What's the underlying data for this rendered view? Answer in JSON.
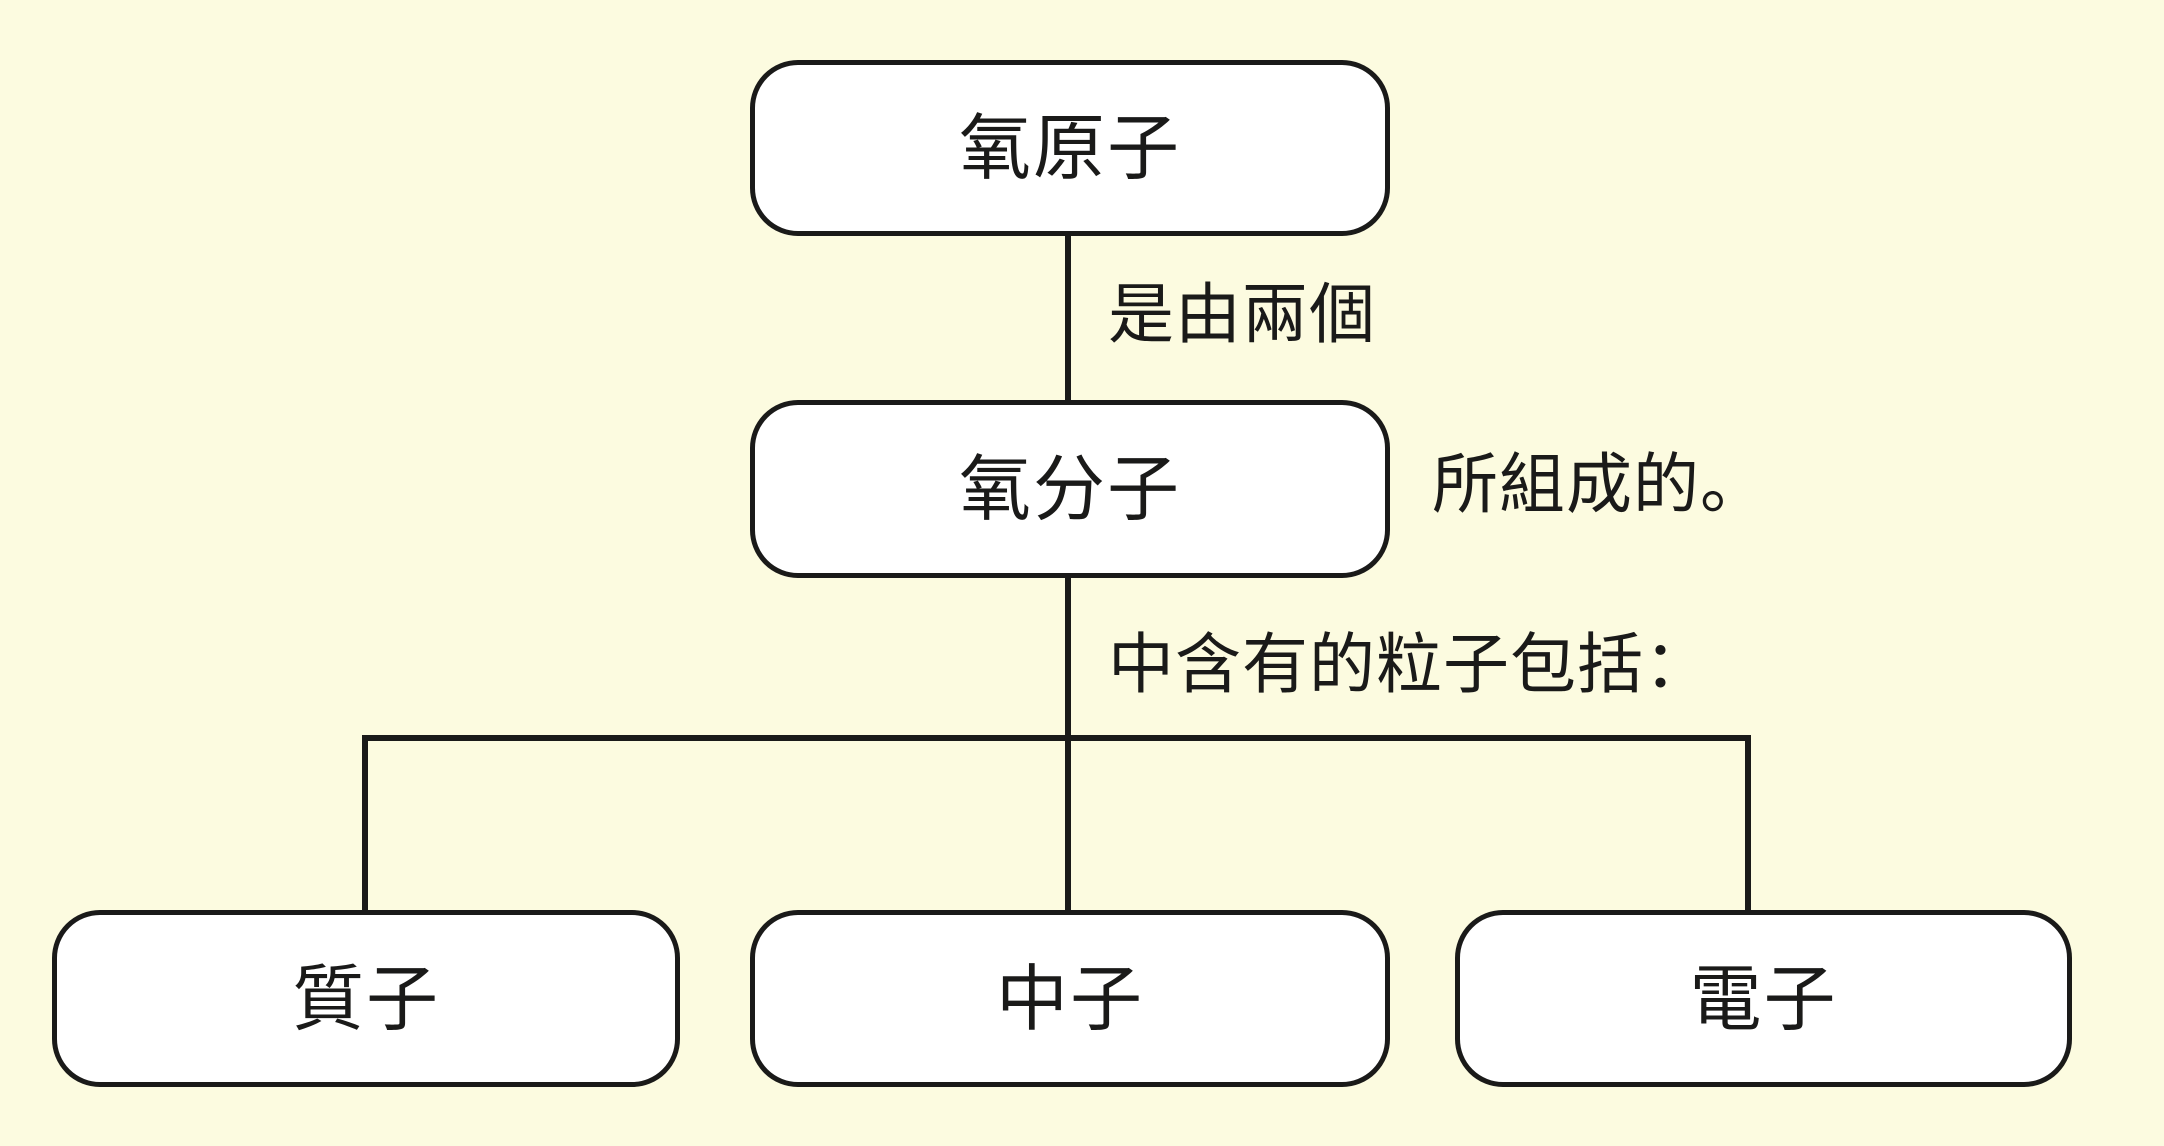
{
  "diagram": {
    "title": "",
    "background_color": "#fcfbe0",
    "node_fill_color": "#ffffff",
    "stroke_color": "#1a1a19",
    "nodes": [
      {
        "id": "atom",
        "label": "氧原子"
      },
      {
        "id": "molecule",
        "label": "氧分子"
      },
      {
        "id": "proton",
        "label": "質子"
      },
      {
        "id": "neutron",
        "label": "中子"
      },
      {
        "id": "electron",
        "label": "電子"
      }
    ],
    "edge_labels": [
      {
        "id": "edge-atom-molecule",
        "text": "是由兩個"
      },
      {
        "id": "edge-molecule-parts",
        "text": "中含有的粒子包括："
      }
    ],
    "side_labels": [
      {
        "id": "side-composed-of",
        "text": "所組成的。"
      }
    ]
  }
}
